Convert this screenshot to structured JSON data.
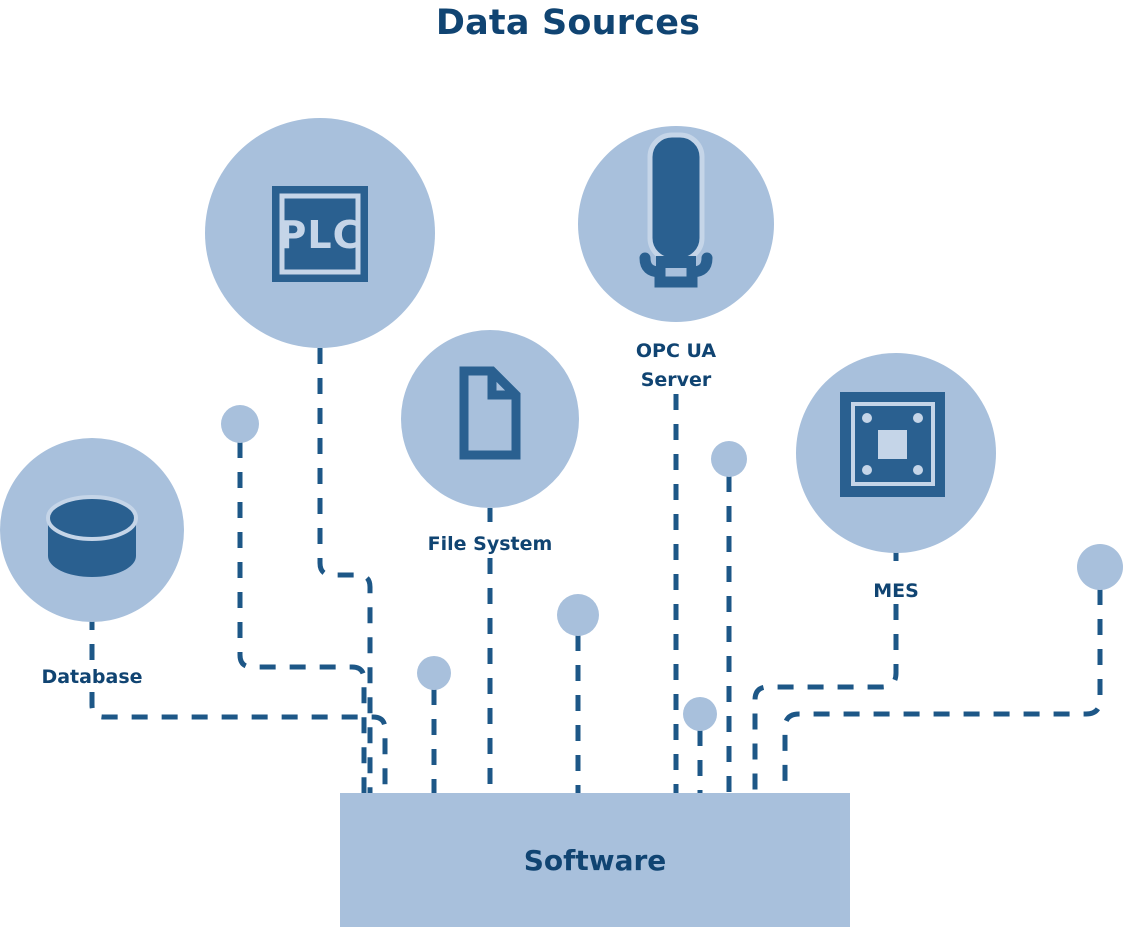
{
  "diagram": {
    "title": "Data Sources",
    "colors": {
      "background": "#ffffff",
      "title_text": "#104472",
      "label_text": "#104472",
      "circle_fill": "#a8c0dc",
      "icon_blue": "#2a6090",
      "icon_light": "#c5d5e8",
      "connector": "#1d5787",
      "box_fill": "#a8c0dc",
      "box_label_text": "#104472"
    },
    "target": {
      "label": "Software",
      "shape": "rectangle"
    },
    "sources": [
      {
        "id": "database",
        "label": "Database",
        "icon": "database-cylinder-icon"
      },
      {
        "id": "plc",
        "label": "",
        "icon": "plc-square-icon",
        "icon_text": "PLC"
      },
      {
        "id": "filesystem",
        "label": "File System",
        "icon": "document-page-icon"
      },
      {
        "id": "opcua",
        "label_line1": "OPC UA",
        "label_line2": "Server",
        "label": "OPC UA Server",
        "icon": "server-tower-icon"
      },
      {
        "id": "mes",
        "label": "MES",
        "icon": "chip-board-icon"
      }
    ],
    "connector_dots": [
      {
        "id": "dot-1"
      },
      {
        "id": "dot-2"
      },
      {
        "id": "dot-3"
      },
      {
        "id": "dot-4"
      },
      {
        "id": "dot-5"
      },
      {
        "id": "dot-6"
      }
    ]
  }
}
